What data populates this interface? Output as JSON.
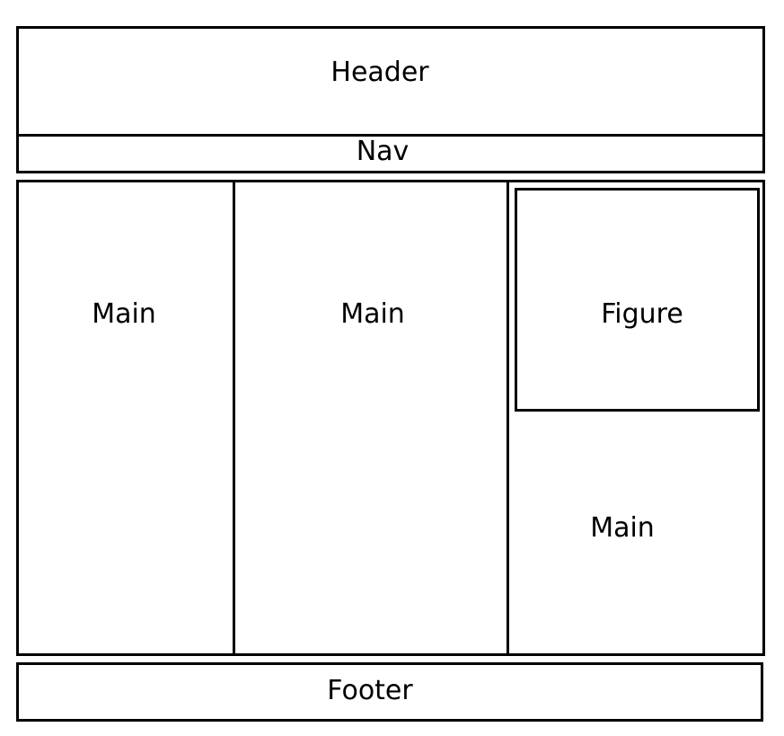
{
  "diagram": {
    "header": {
      "label": "Header"
    },
    "nav": {
      "label": "Nav"
    },
    "main_left": {
      "label": "Main"
    },
    "main_center": {
      "label": "Main"
    },
    "figure": {
      "label": "Figure"
    },
    "main_right": {
      "label": "Main"
    },
    "footer": {
      "label": "Footer"
    }
  }
}
